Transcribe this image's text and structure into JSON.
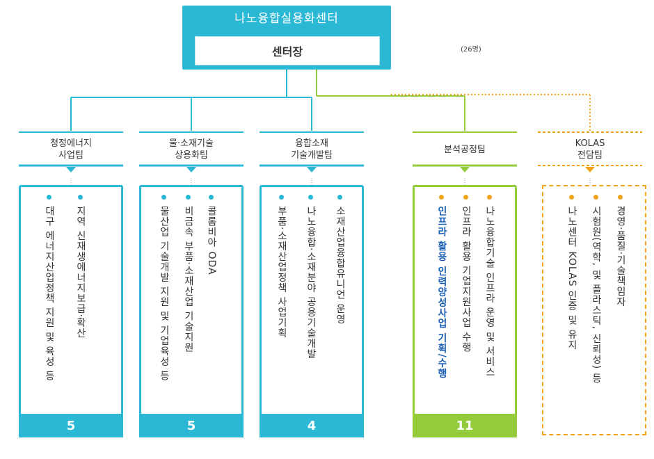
{
  "org": {
    "title": "나노융합실용화센터",
    "leader": "센터장",
    "headcount": "(26명)"
  },
  "colors": {
    "teal": "#2ab8d4",
    "green": "#93cb3b",
    "orange": "#f2a51c"
  },
  "teams": [
    {
      "name": "청정에너지\n사업팀",
      "style": "teal",
      "duties": [
        "대구 에너지산업정책 지원 및 육성 등",
        "지역 신재생에너지보급·확산"
      ],
      "count": "5"
    },
    {
      "name": "물·소재기술\n상용화팀",
      "style": "teal",
      "duties": [
        "물산업 기술개발 지원 및 기업육성 등",
        "비금속 부품·소재산업 기술지원",
        "콜롬비아 ODA"
      ],
      "count": "5"
    },
    {
      "name": "융합소재\n기술개발팀",
      "style": "teal",
      "duties": [
        "부품·소재산업정책 사업기획",
        "나노융합·소재분야 공용기술개발",
        "소재산업융합유니언 운영"
      ],
      "count": "4"
    },
    {
      "name": "분석공정팀",
      "style": "green",
      "duties": [
        "인프라 활용 인력양성사업 기획/수행",
        "인프라 활용 기업지원사업 수행",
        "나노융합기술 인프라 운영 및 서비스"
      ],
      "highlight": 0,
      "count": "11"
    },
    {
      "name": "KOLAS\n전담팀",
      "style": "orange",
      "duties": [
        "나노센터 KOLAS 인증 및 유지",
        "시험원(역학, 및 플라스틱, 신뢰성) 등",
        "경영·품질·기술책임자"
      ],
      "count": ""
    }
  ]
}
